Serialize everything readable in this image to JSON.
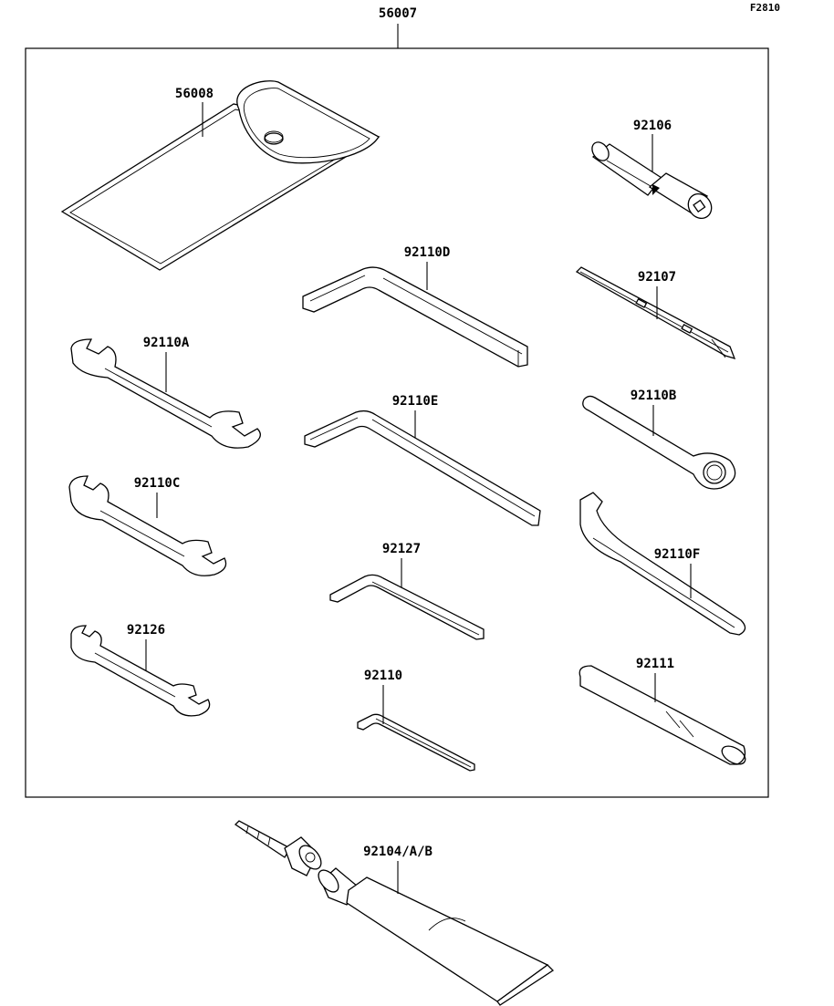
{
  "diagram": {
    "figure_code": "F2810",
    "kit_part_number": "56007",
    "parts": [
      {
        "id": "56008",
        "label": "56008",
        "description": "tool-case"
      },
      {
        "id": "92106",
        "label": "92106",
        "description": "socket-driver"
      },
      {
        "id": "92110D",
        "label": "92110D",
        "description": "hex-key-large"
      },
      {
        "id": "92107",
        "label": "92107",
        "description": "screwdriver-bit"
      },
      {
        "id": "92110A",
        "label": "92110A",
        "description": "open-end-wrench"
      },
      {
        "id": "92110B",
        "label": "92110B",
        "description": "ring-wrench"
      },
      {
        "id": "92110E",
        "label": "92110E",
        "description": "hex-key-medium"
      },
      {
        "id": "92110C",
        "label": "92110C",
        "description": "open-end-wrench"
      },
      {
        "id": "92110F",
        "label": "92110F",
        "description": "hook-spanner"
      },
      {
        "id": "92127",
        "label": "92127",
        "description": "hex-key-small"
      },
      {
        "id": "92126",
        "label": "92126",
        "description": "open-end-wrench-small"
      },
      {
        "id": "92111",
        "label": "92111",
        "description": "handle-bar"
      },
      {
        "id": "92110",
        "label": "92110",
        "description": "hex-key-smallest"
      },
      {
        "id": "92104AB",
        "label": "92104/A/B",
        "description": "repair-tube"
      }
    ]
  }
}
